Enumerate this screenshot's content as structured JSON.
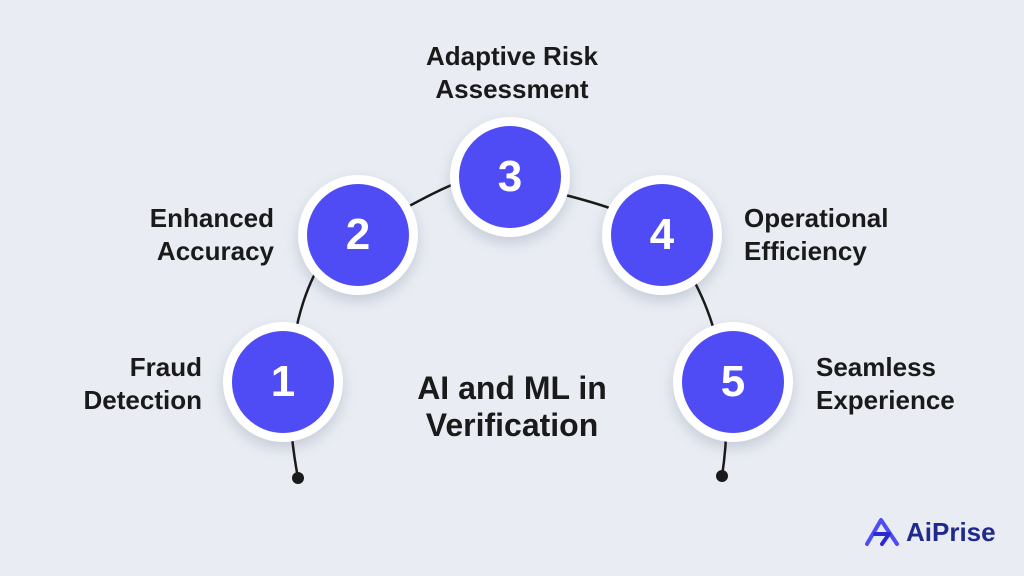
{
  "center_title": "AI and ML in\nVerification",
  "steps": [
    {
      "number": "1",
      "label": "Fraud\nDetection"
    },
    {
      "number": "2",
      "label": "Enhanced\nAccuracy"
    },
    {
      "number": "3",
      "label": "Adaptive Risk\nAssessment"
    },
    {
      "number": "4",
      "label": "Operational\nEfficiency"
    },
    {
      "number": "5",
      "label": "Seamless\nExperience"
    }
  ],
  "brand": {
    "name": "AiPrise",
    "icon": "aiprise-logo-icon"
  },
  "colors": {
    "accent": "#4f4cf5",
    "background": "#e9edf3",
    "brand": "#1f2a8c",
    "text": "#1a1a1a"
  }
}
